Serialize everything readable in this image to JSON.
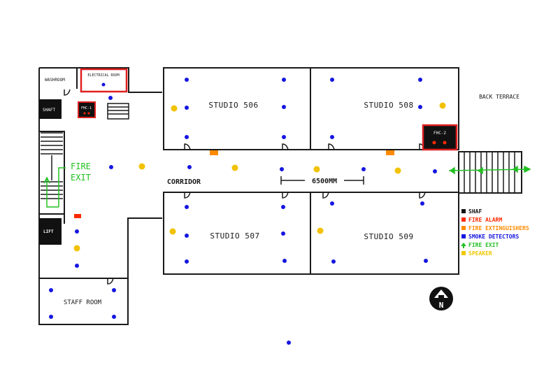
{
  "rooms": {
    "washroom": "WASHROOM",
    "electrical": "ELECTRICAL ROOM",
    "shaft": "SHAFT",
    "fhc1": "FHC-1",
    "lift": "LIFT",
    "staff": "STAFF ROOM",
    "studio506": "STUDIO 506",
    "studio508": "STUDIO 508",
    "studio507": "STUDIO 507",
    "studio509": "STUDIO 509",
    "fhc2": "FHC-2",
    "corridor": "CORRIDOR",
    "back_terrace": "BACK TERRACE"
  },
  "dimension": "6500MM",
  "fire_exit": {
    "line1": "FIRE",
    "line2": "EXIT"
  },
  "north": "N",
  "legend": [
    {
      "label": "SHAF",
      "color": "#111111"
    },
    {
      "label": "FIRE ALARM",
      "color": "#ff2a00"
    },
    {
      "label": "FIRE EXTINGUISHERS",
      "color": "#ff8a00"
    },
    {
      "label": "SMOKE DETECTORS",
      "color": "#1616e0"
    },
    {
      "label": "FIRE EXIT",
      "color": "#22c022"
    },
    {
      "label": "SPEAKER",
      "color": "#f0c800"
    }
  ],
  "colors": {
    "wall": "#1a1a1a",
    "smoke_detector": "#1616e0",
    "speaker": "#f2c200",
    "fire_alarm": "#ff2a00",
    "fire_extinguisher": "#ff8a00",
    "fire_exit": "#22c022",
    "hose_cabinet_border": "#e02020"
  }
}
